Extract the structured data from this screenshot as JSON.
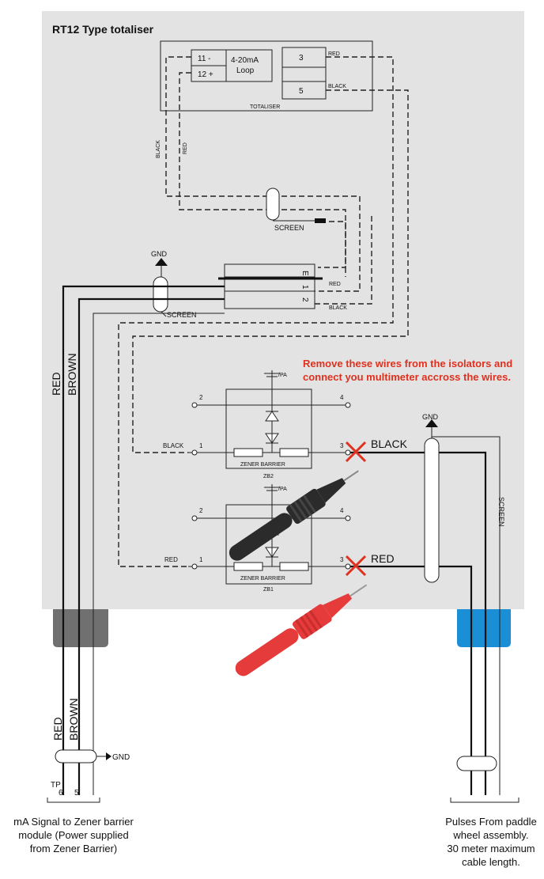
{
  "title": "RT12 Type totaliser",
  "totaliser": {
    "label": "TOTALISER",
    "term_11": "11 -",
    "term_12": "12 +",
    "loop_line1": "4-20mA",
    "loop_line2": "Loop",
    "term_3": "3",
    "term_5": "5",
    "wire_red": "RED",
    "wire_black": "BLACK"
  },
  "vertical_wires": {
    "black": "BLACK",
    "red": "RED"
  },
  "screen_upper": "SCREEN",
  "gnd_left": "GND",
  "screen_left": "SCREEN",
  "terminal_block": {
    "e": "E",
    "t1": "1",
    "t2": "2",
    "wire_red": "RED",
    "wire_black": "BLACK"
  },
  "main_cable": {
    "red": "RED",
    "brown": "BROWN"
  },
  "note": {
    "line1": "Remove these wires from the isolators and",
    "line2": "connect you multimeter accross the wires."
  },
  "zb2": {
    "pa": "/PA",
    "pin2": "2",
    "pin4": "4",
    "pin1": "1",
    "pin3": "3",
    "wire_in": "BLACK",
    "barrier": "ZENER BARRIER",
    "name": "ZB2",
    "wire_out": "BLACK"
  },
  "zb1": {
    "pa": "/PA",
    "pin2": "2",
    "pin4": "4",
    "pin1": "1",
    "pin3": "3",
    "wire_in": "RED",
    "barrier": "ZENER BARRIER",
    "name": "ZB1",
    "wire_out": "RED"
  },
  "gnd_right": "GND",
  "screen_right": "SCREEN",
  "lower_cable": {
    "red": "RED",
    "brown": "BROWN",
    "gnd": "GND"
  },
  "tp": {
    "label": "TP",
    "pin6": "6",
    "pin5": "5"
  },
  "caption_left": {
    "line1": "mA Signal to Zener barrier",
    "line2": "module (Power supplied",
    "line3": "from Zener Barrier)"
  },
  "caption_right": {
    "line1": "Pulses From paddle",
    "line2": "wheel assembly.",
    "line3": "30 meter maximum",
    "line4": "cable length."
  },
  "colors": {
    "panel": "#e3e3e3",
    "gland_grey": "#707070",
    "gland_blue": "#1a8fd6",
    "note_red": "#e0301e",
    "cross_red": "#e0301e",
    "probe_red": "#e53b3b",
    "probe_black": "#2b2b2b"
  }
}
